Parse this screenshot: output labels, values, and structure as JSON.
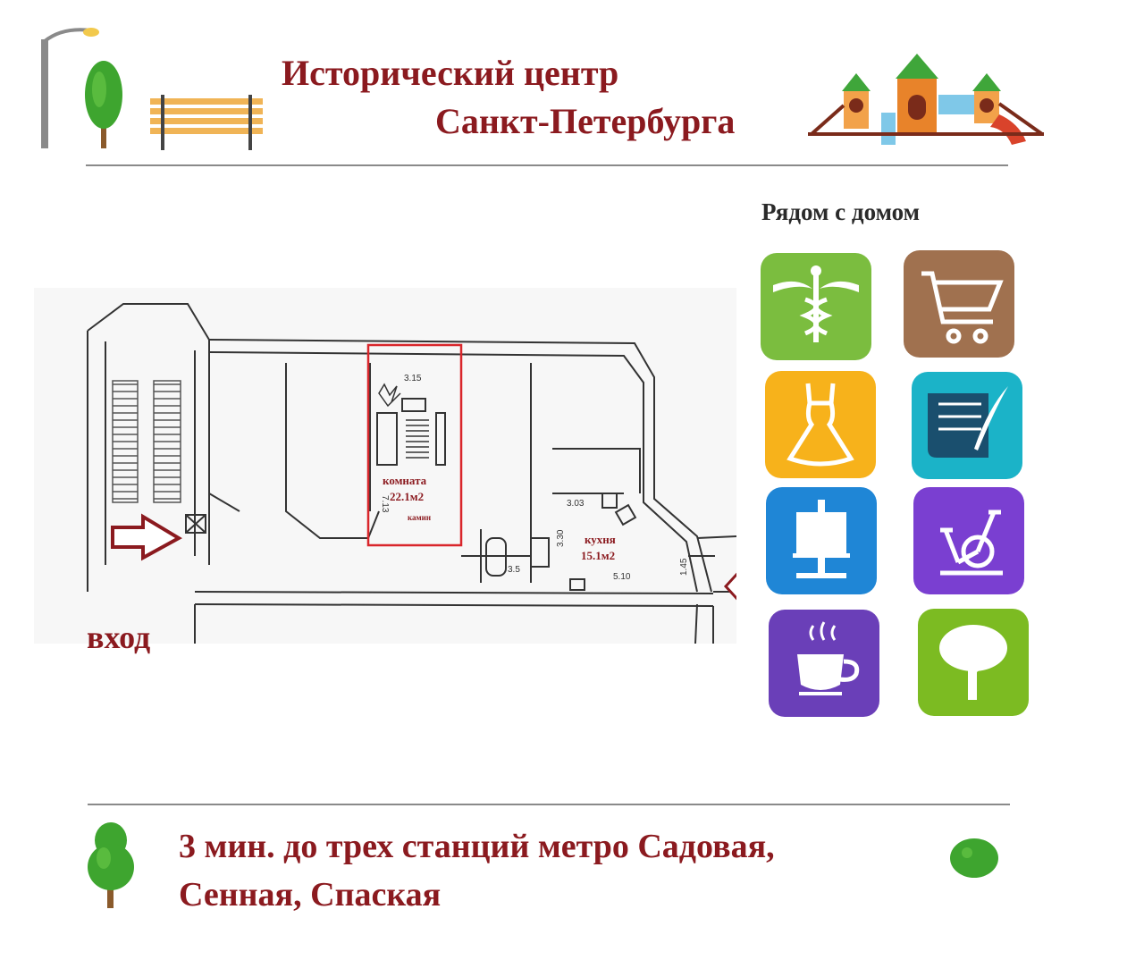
{
  "header": {
    "title_line1": "Исторический центр",
    "title_line2": "Санкт-Петербурга"
  },
  "nearby": {
    "title": "Рядом с домом",
    "tiles": [
      {
        "icon": "caduceus-icon",
        "color": "#7bbd3f"
      },
      {
        "icon": "shopping-cart-icon",
        "color": "#a0714f"
      },
      {
        "icon": "dress-icon",
        "color": "#f7b21b"
      },
      {
        "icon": "scroll-quill-icon",
        "color": "#1bb3c8"
      },
      {
        "icon": "easel-icon",
        "color": "#1f86d6"
      },
      {
        "icon": "exercise-bike-icon",
        "color": "#7a3fd1"
      },
      {
        "icon": "coffee-cup-icon",
        "color": "#6a3fb8"
      },
      {
        "icon": "tree-icon",
        "color": "#7cbb22"
      }
    ]
  },
  "plan": {
    "room_label": "комната",
    "room_area": "22.1м2",
    "fireplace_label": "камин",
    "kitchen_label": "кухня",
    "kitchen_area": "15.1м2",
    "dims": {
      "room_top": "3.15",
      "room_side": "7.13",
      "kitchen_top": "3.03",
      "kitchen_side": "3.30",
      "kitchen_bottom": "5.10",
      "bath": "3.5",
      "corridor": "1.45"
    },
    "entrance_label": "вход"
  },
  "footer": {
    "line1": "3 мин. до трех станций метро Садовая,",
    "line2": "Сенная, Спаская"
  },
  "colors": {
    "accent": "#8b1a1f",
    "highlight_box": "#d9262b"
  }
}
